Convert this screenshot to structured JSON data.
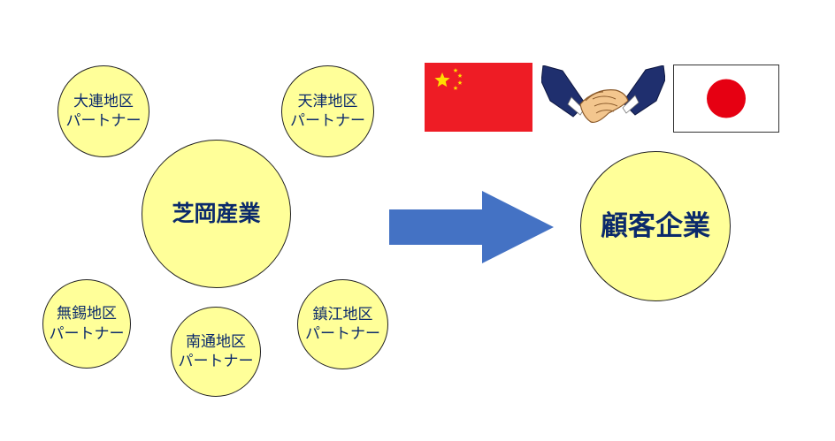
{
  "partners": [
    {
      "line1": "大連地区",
      "line2": "パートナー"
    },
    {
      "line1": "天津地区",
      "line2": "パートナー"
    },
    {
      "line1": "無錫地区",
      "line2": "パートナー"
    },
    {
      "line1": "南通地区",
      "line2": "パートナー"
    },
    {
      "line1": "鎮江地区",
      "line2": "パートナー"
    }
  ],
  "center_company": "芝岡産業",
  "customer": "顧客企業",
  "colors": {
    "circle_fill": "#ffff99",
    "text": "#0b2a6b",
    "arrow": "#4472c4",
    "flag_cn_red": "#ee1c25",
    "flag_cn_star": "#ffde00",
    "flag_jp_red": "#e60012"
  }
}
